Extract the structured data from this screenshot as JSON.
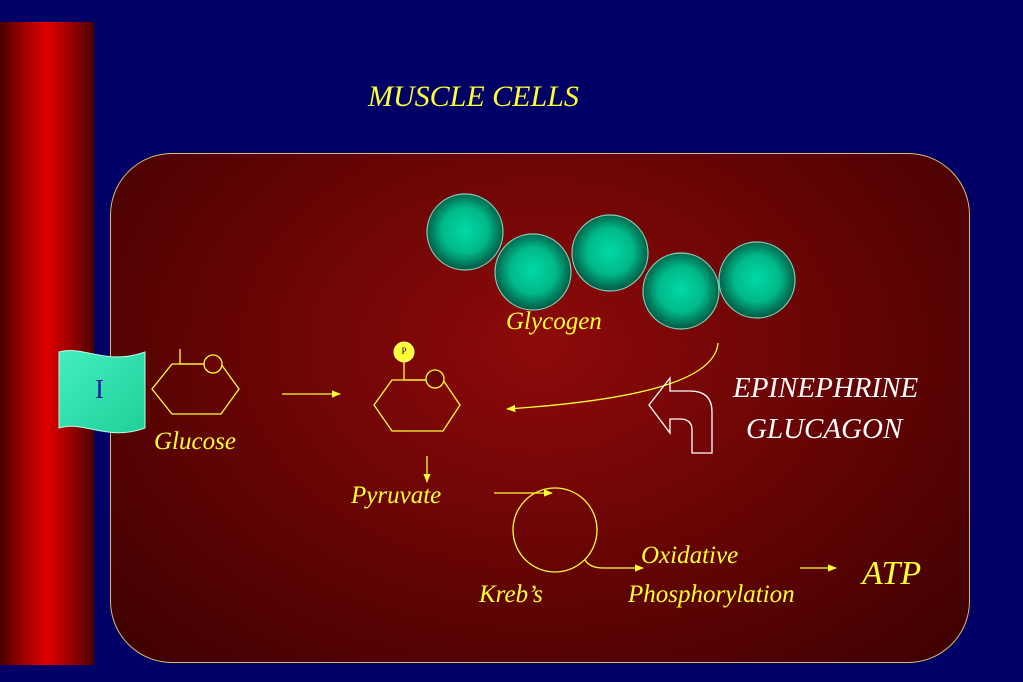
{
  "title": "MUSCLE CELLS",
  "labels": {
    "glycogen": "Glycogen",
    "glucose": "Glucose",
    "pyruvate": "Pyruvate",
    "krebs": "Kreb’s",
    "oxidative": "Oxidative",
    "phosphorylation": "Phosphorylation",
    "atp": "ATP",
    "epinephrine": "EPINEPHRINE",
    "glucagon": "GLUCAGON",
    "transporter": "I",
    "phosphate": "P"
  },
  "colors": {
    "background": "#000066",
    "vessel": "#cc0000",
    "cell": "#7a0606",
    "text": "#ffff33",
    "hormone_text": "#ffffff",
    "glycogen_granule": "#00c89a",
    "transporter": "#33e6b0"
  },
  "icons": {
    "transporter": "transporter-channel-icon",
    "glycogen_granule": "glycogen-granule-icon",
    "glucose_ring": "hexagon-ring-icon",
    "hormone_arrow": "curved-block-arrow-icon"
  }
}
